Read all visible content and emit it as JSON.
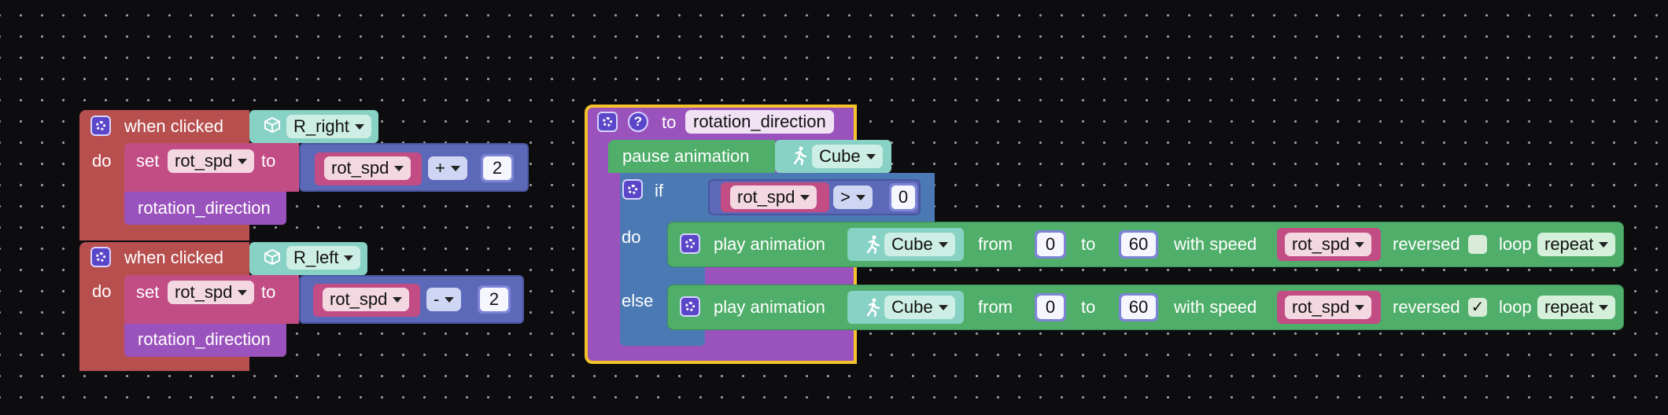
{
  "colors": {
    "event": "#b84f4f",
    "set": "#c24c84",
    "math": "#5c68b8",
    "proc": "#9a52bc",
    "anim": "#4fae6a",
    "logic": "#4b79b4",
    "mesh": "#88d1c5",
    "highlight": "#f4c229"
  },
  "event_right": {
    "when_label": "when clicked",
    "mesh": "R_right",
    "do_label": "do",
    "set_label": "set",
    "var": "rot_spd",
    "to_label": "to",
    "math_var": "rot_spd",
    "op": "+",
    "num": "2",
    "call": "rotation_direction"
  },
  "event_left": {
    "when_label": "when clicked",
    "mesh": "R_left",
    "do_label": "do",
    "set_label": "set",
    "var": "rot_spd",
    "to_label": "to",
    "math_var": "rot_spd",
    "op": "-",
    "num": "2",
    "call": "rotation_direction"
  },
  "procedure": {
    "to_label": "to",
    "name": "rotation_direction",
    "pause_label": "pause animation",
    "pause_mesh": "Cube",
    "if_label": "if",
    "cond_var": "rot_spd",
    "cond_op": ">",
    "cond_num": "0",
    "do_label": "do",
    "else_label": "else",
    "play1": {
      "label": "play animation",
      "mesh": "Cube",
      "from_label": "from",
      "from": "0",
      "to_label": "to",
      "to": "60",
      "speed_label": "with speed",
      "speed": "rot_spd",
      "reversed_label": "reversed",
      "reversed": "",
      "loop_label": "loop",
      "loop": "repeat"
    },
    "play2": {
      "label": "play animation",
      "mesh": "Cube",
      "from_label": "from",
      "from": "0",
      "to_label": "to",
      "to": "60",
      "speed_label": "with speed",
      "speed": "rot_spd",
      "reversed_label": "reversed",
      "reversed": "✓",
      "loop_label": "loop",
      "loop": "repeat"
    }
  }
}
